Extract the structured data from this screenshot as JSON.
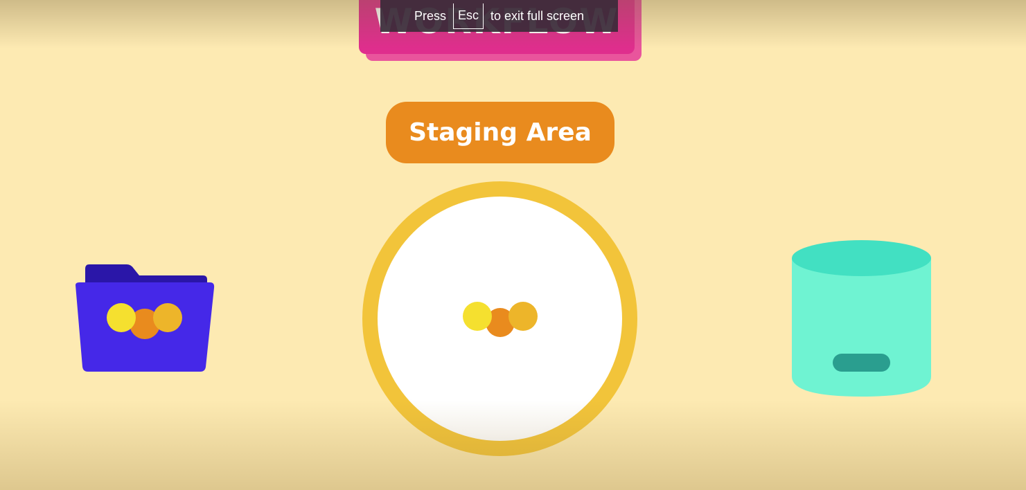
{
  "banner": {
    "title": "WORKFLOW"
  },
  "fullscreen_notice": {
    "prefix": "Press",
    "key": "Esc",
    "suffix": "to exit full screen"
  },
  "staging": {
    "label": "Staging Area"
  },
  "icons": {
    "source": "folder-icon",
    "center": "logo-dots-icon",
    "target": "database-icon"
  },
  "colors": {
    "background": "#fdeab2",
    "banner": "#df2e8d",
    "pill": "#e98b1e",
    "ring": "#f2c43a",
    "folder": "#4528e8",
    "database": "#6ff3d2",
    "logo_yellow": "#f5e02f",
    "logo_orange": "#e98b1e",
    "logo_gold": "#edb52a"
  }
}
